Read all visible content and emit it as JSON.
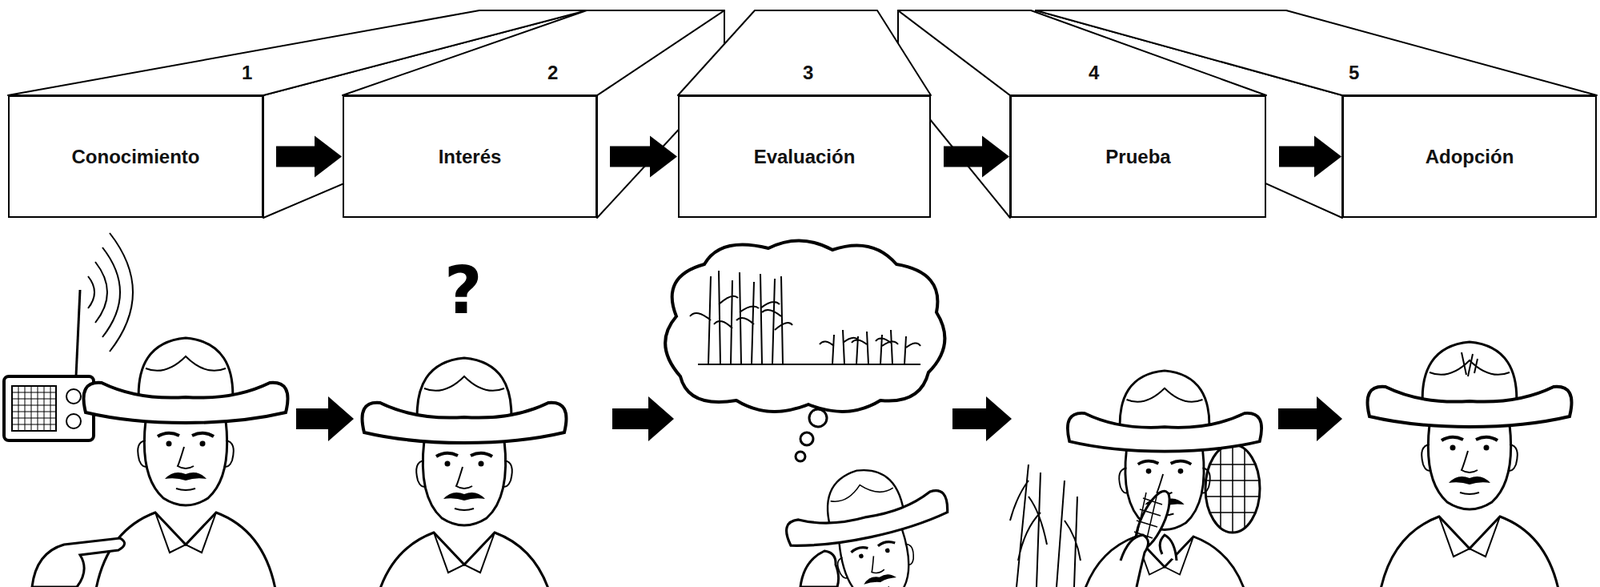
{
  "diagram": {
    "nodes": [
      {
        "text": [
          "1",
          "Conocimiento"
        ]
      },
      {
        "text": [
          "2",
          "Interés"
        ]
      },
      {
        "text": [
          "3",
          "Evaluación"
        ]
      },
      {
        "text": [
          "4",
          "Prueba"
        ]
      },
      {
        "text": [
          "5",
          "Adopción"
        ]
      }
    ],
    "edges": [
      {
        "from": 0,
        "to": 1,
        "arrow": "to"
      },
      {
        "from": 1,
        "to": 2,
        "arrow": "to"
      },
      {
        "from": 2,
        "to": 3,
        "arrow": "to"
      },
      {
        "from": 3,
        "to": 4,
        "arrow": "to"
      }
    ],
    "labels": [
      "?"
    ]
  }
}
